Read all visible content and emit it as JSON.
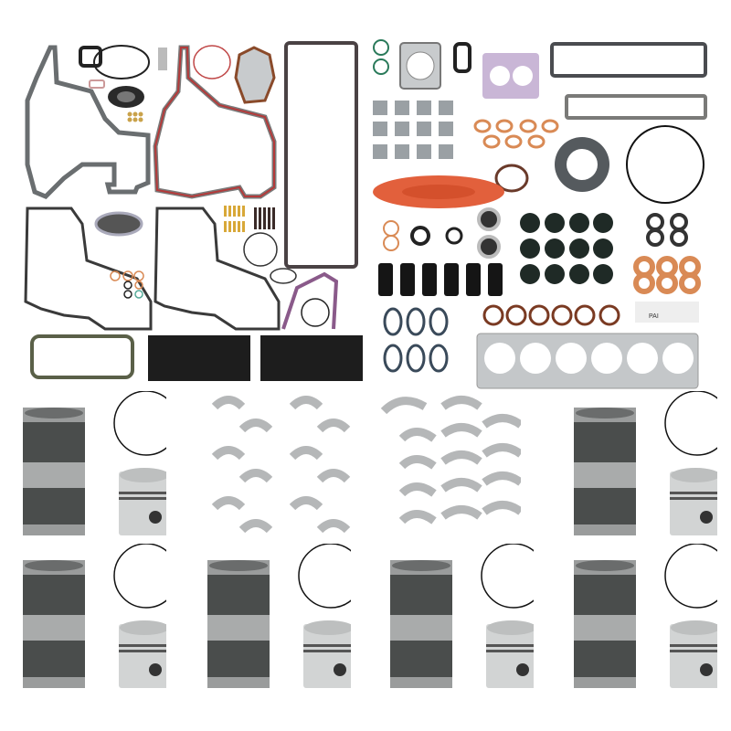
{
  "image": {
    "subject": "Engine overhaul / in-frame rebuild kit product photo",
    "background": "#ffffff",
    "colors": {
      "gasket_outline": "#3a3a3a",
      "gasket_fill_gray": "#bfc3c6",
      "front_cover_red": "#b43a3a",
      "rear_seal_purple": "#8a5a8a",
      "copper": "#d98a55",
      "rtv_orange": "#e2603c",
      "liner_dark": "#4a4d4c",
      "liner_band": "#a9abab",
      "piston_silver": "#d2d4d4",
      "bearing_gray": "#b5b7b8",
      "valve_seal_black": "#1f2a26",
      "lavender_gasket": "#c9b6d6"
    },
    "label_card": {
      "logo": "PAI",
      "text_legible": false
    }
  },
  "components": {
    "cylinder_liner_kits": 6,
    "liner_orings": 6,
    "pistons": 6,
    "rod_bearing_halves": 12,
    "main_bearing_halves": 14,
    "thrust_bearing": 1,
    "valve_stem_seals": 12,
    "injector_sleeves": 6,
    "head_gasket": 1,
    "exhaust_manifold_gaskets": 6,
    "copper_washers": 6,
    "rocker_clips": 12
  }
}
